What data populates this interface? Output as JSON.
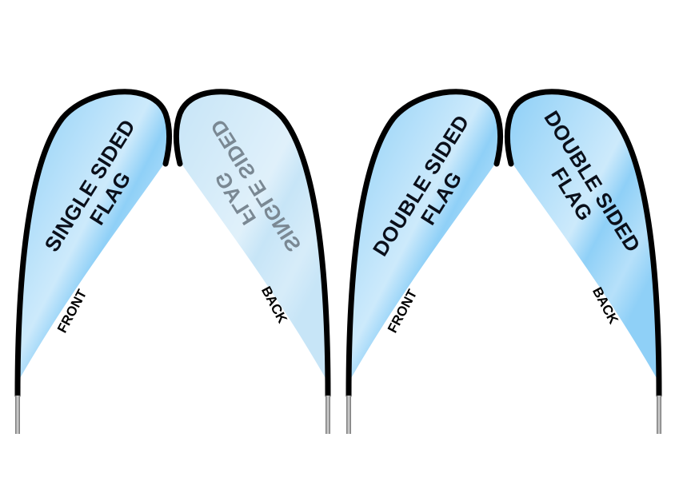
{
  "flags": [
    {
      "id": "single-front",
      "line1": "SINGLE SIDED",
      "line2": "FLAG",
      "side_label": "FRONT",
      "mirrored": false
    },
    {
      "id": "single-back",
      "line1": "SINGLE SIDED",
      "line2": "FLAG",
      "side_label": "BACK",
      "mirrored": true
    },
    {
      "id": "double-front",
      "line1": "DOUBLE SIDED",
      "line2": "FLAG",
      "side_label": "FRONT",
      "mirrored": false
    },
    {
      "id": "double-back",
      "line1": "DOUBLE SIDED",
      "line2": "FLAG",
      "side_label": "BACK",
      "mirrored": false
    }
  ],
  "colors": {
    "fabric": "#8fd0f7",
    "fabric_faded": "#c7e5f7",
    "outline": "#000000",
    "text": "#0a0f1a",
    "text_faded": "#7a8893",
    "pole": "#9a9a9a"
  }
}
